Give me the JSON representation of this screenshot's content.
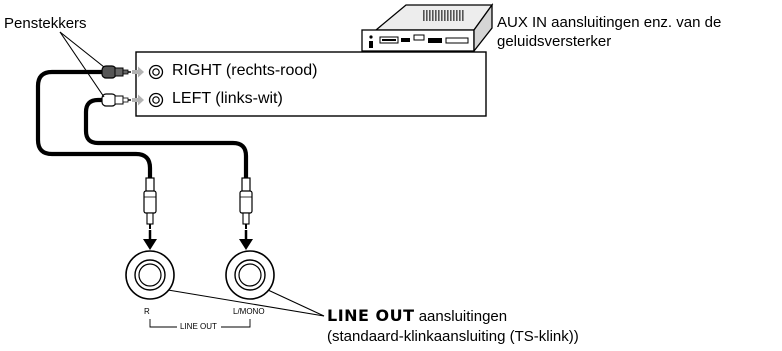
{
  "labels": {
    "plugs": "Penstekkers",
    "aux_line1": "AUX IN aansluitingen enz. van de",
    "aux_line2": "geluidsversterker",
    "right": "RIGHT (rechts-rood)",
    "left": "LEFT (links-wit)",
    "lineout_strong": "LINE OUT",
    "lineout_rest": " aansluitingen",
    "lineout_line2": "(standaard-klinkaansluiting (TS-klink))"
  },
  "jack_panel": {
    "r_label": "R",
    "l_label": "L/MONO",
    "group_label": "LINE OUT"
  }
}
